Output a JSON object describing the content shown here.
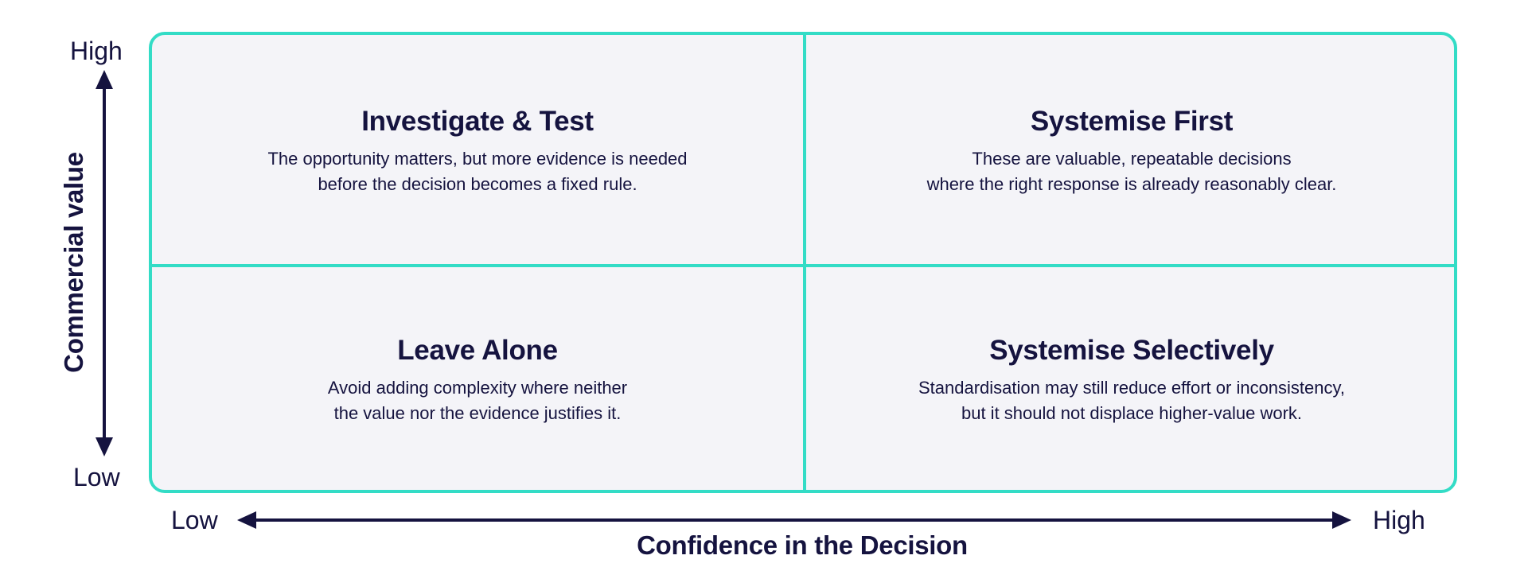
{
  "quadrants": {
    "top_left": {
      "title": "Investigate & Test",
      "line1": "The opportunity matters, but more evidence is needed",
      "line2": "before the decision becomes a fixed rule."
    },
    "top_right": {
      "title": "Systemise First",
      "line1": "These are valuable, repeatable decisions",
      "line2": "where the right response is already reasonably clear."
    },
    "bottom_left": {
      "title": "Leave Alone",
      "line1": "Avoid adding complexity where neither",
      "line2": "the value nor the evidence justifies it."
    },
    "bottom_right": {
      "title": "Systemise Selectively",
      "line1": "Standardisation may still reduce effort or inconsistency,",
      "line2": "but it should not displace higher-value work."
    }
  },
  "y_axis": {
    "title": "Commercial value",
    "high": "High",
    "low": "Low"
  },
  "x_axis": {
    "title": "Confidence in the Decision",
    "low": "Low",
    "high": "High"
  },
  "colors": {
    "border": "#33dcc6",
    "fill": "#f4f4f8",
    "text": "#15133f"
  }
}
